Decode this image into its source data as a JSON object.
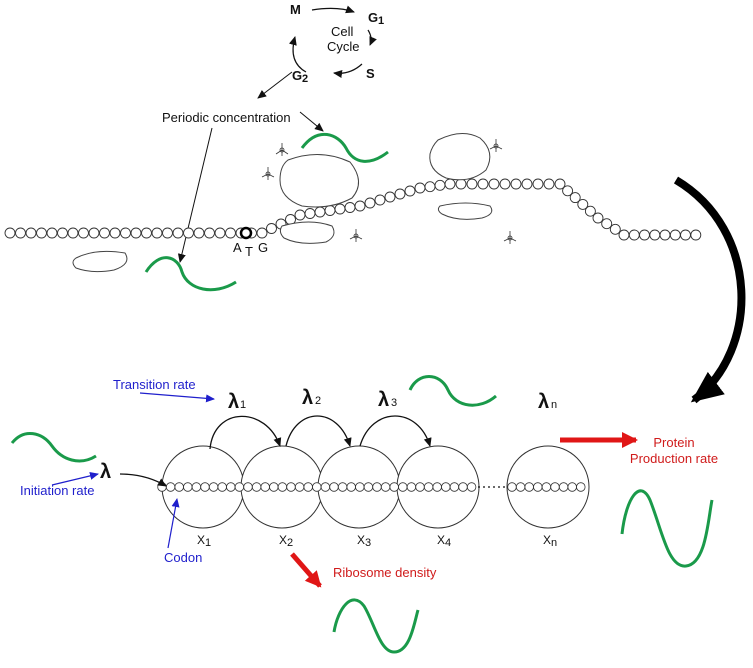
{
  "cell_cycle": {
    "title_line1": "Cell",
    "title_line2": "Cycle",
    "phases": {
      "m": "M",
      "g1": "G",
      "g1_sub": "1",
      "s": "S",
      "g2": "G",
      "g2_sub": "2"
    }
  },
  "upper": {
    "periodic_label": "Periodic concentration",
    "codon_a": "A",
    "codon_t": "T",
    "codon_g": "G"
  },
  "model": {
    "transition_label": "Transition rate",
    "initiation_label": "Initiation rate",
    "codon_label": "Codon",
    "protein_line1": "Protein",
    "protein_line2": "Production rate",
    "ribosome_density_label": "Ribosome density",
    "lambda": "λ",
    "lambda_subs": [
      "1",
      "2",
      "3",
      "n"
    ],
    "x": "X",
    "x_subs": [
      "1",
      "2",
      "3",
      "4",
      "n"
    ]
  },
  "colors": {
    "green": "#1a9a4a",
    "red": "#e01616",
    "blue": "#1f1fcc",
    "black": "#111111"
  }
}
